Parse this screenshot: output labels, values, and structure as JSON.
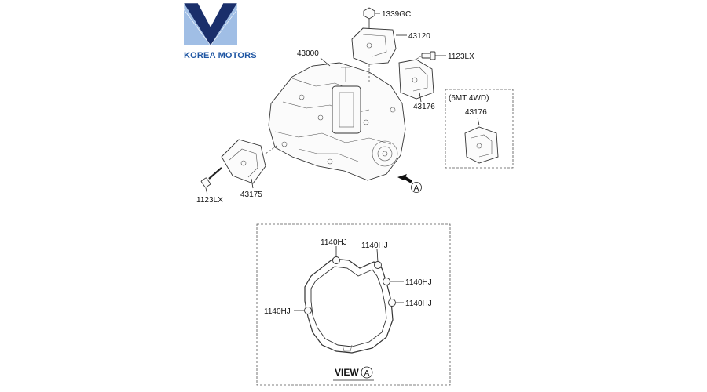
{
  "brand": {
    "name": "KOREA MOTORS",
    "colors": {
      "dark": "#1a2f6b",
      "light": "#8fb3e0",
      "text": "#1f56a3"
    }
  },
  "parts": {
    "transmission": "43000",
    "top_bolt": "1339GC",
    "top_bracket": "43120",
    "right_bolt": "1123LX",
    "right_bracket": "43176",
    "left_bracket": "43175",
    "left_bolt": "1123LX"
  },
  "inset": {
    "title": "(6MT 4WD)",
    "part": "43176"
  },
  "arrow_marker": "A",
  "view": {
    "title": "VIEW",
    "marker": "A",
    "bolts": [
      "1140HJ",
      "1140HJ",
      "1140HJ",
      "1140HJ",
      "1140HJ"
    ]
  }
}
